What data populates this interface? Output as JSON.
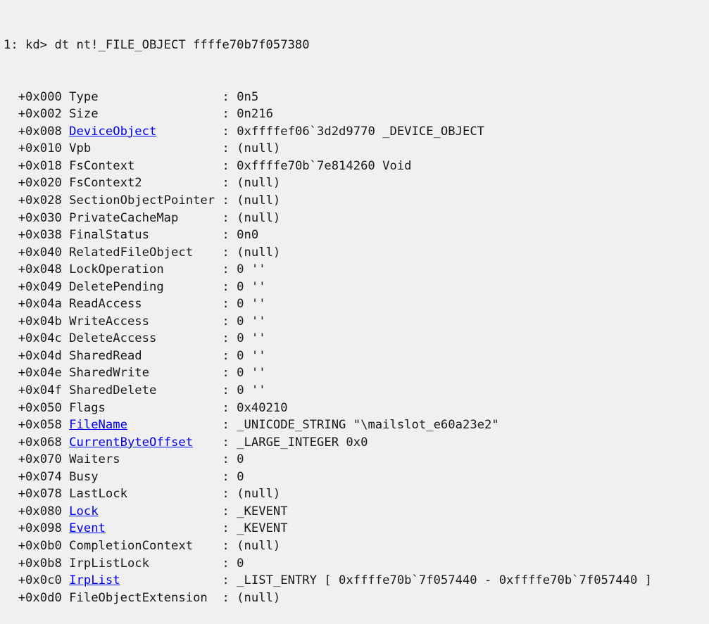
{
  "command": {
    "prompt": "1: kd> ",
    "text": "dt nt!_FILE_OBJECT ffffe70b7f057380"
  },
  "fields": [
    {
      "offset": "+0x000",
      "name": "Type",
      "link": false,
      "value": "0n5"
    },
    {
      "offset": "+0x002",
      "name": "Size",
      "link": false,
      "value": "0n216"
    },
    {
      "offset": "+0x008",
      "name": "DeviceObject",
      "link": true,
      "value": "0xffffef06`3d2d9770 _DEVICE_OBJECT"
    },
    {
      "offset": "+0x010",
      "name": "Vpb",
      "link": false,
      "value": "(null)"
    },
    {
      "offset": "+0x018",
      "name": "FsContext",
      "link": false,
      "value": "0xffffe70b`7e814260 Void"
    },
    {
      "offset": "+0x020",
      "name": "FsContext2",
      "link": false,
      "value": "(null)"
    },
    {
      "offset": "+0x028",
      "name": "SectionObjectPointer",
      "link": false,
      "value": "(null)"
    },
    {
      "offset": "+0x030",
      "name": "PrivateCacheMap",
      "link": false,
      "value": "(null)"
    },
    {
      "offset": "+0x038",
      "name": "FinalStatus",
      "link": false,
      "value": "0n0"
    },
    {
      "offset": "+0x040",
      "name": "RelatedFileObject",
      "link": false,
      "value": "(null)"
    },
    {
      "offset": "+0x048",
      "name": "LockOperation",
      "link": false,
      "value": "0 ''"
    },
    {
      "offset": "+0x049",
      "name": "DeletePending",
      "link": false,
      "value": "0 ''"
    },
    {
      "offset": "+0x04a",
      "name": "ReadAccess",
      "link": false,
      "value": "0 ''"
    },
    {
      "offset": "+0x04b",
      "name": "WriteAccess",
      "link": false,
      "value": "0 ''"
    },
    {
      "offset": "+0x04c",
      "name": "DeleteAccess",
      "link": false,
      "value": "0 ''"
    },
    {
      "offset": "+0x04d",
      "name": "SharedRead",
      "link": false,
      "value": "0 ''"
    },
    {
      "offset": "+0x04e",
      "name": "SharedWrite",
      "link": false,
      "value": "0 ''"
    },
    {
      "offset": "+0x04f",
      "name": "SharedDelete",
      "link": false,
      "value": "0 ''"
    },
    {
      "offset": "+0x050",
      "name": "Flags",
      "link": false,
      "value": "0x40210"
    },
    {
      "offset": "+0x058",
      "name": "FileName",
      "link": true,
      "value": "_UNICODE_STRING \"\\mailslot_e60a23e2\""
    },
    {
      "offset": "+0x068",
      "name": "CurrentByteOffset",
      "link": true,
      "value": "_LARGE_INTEGER 0x0"
    },
    {
      "offset": "+0x070",
      "name": "Waiters",
      "link": false,
      "value": "0"
    },
    {
      "offset": "+0x074",
      "name": "Busy",
      "link": false,
      "value": "0"
    },
    {
      "offset": "+0x078",
      "name": "LastLock",
      "link": false,
      "value": "(null)"
    },
    {
      "offset": "+0x080",
      "name": "Lock",
      "link": true,
      "value": "_KEVENT"
    },
    {
      "offset": "+0x098",
      "name": "Event",
      "link": true,
      "value": "_KEVENT"
    },
    {
      "offset": "+0x0b0",
      "name": "CompletionContext",
      "link": false,
      "value": "(null)"
    },
    {
      "offset": "+0x0b8",
      "name": "IrpListLock",
      "link": false,
      "value": "0"
    },
    {
      "offset": "+0x0c0",
      "name": "IrpList",
      "link": true,
      "value": "_LIST_ENTRY [ 0xffffe70b`7f057440 - 0xffffe70b`7f057440 ]"
    },
    {
      "offset": "+0x0d0",
      "name": "FileObjectExtension",
      "link": false,
      "value": "(null)"
    }
  ]
}
